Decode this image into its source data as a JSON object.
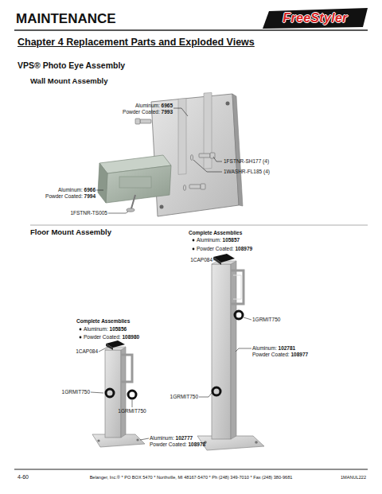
{
  "diagram": {
    "title": "Chapter 4 Replacement Parts and Exploded Views",
    "labels": [
      "MAINTENANCE",
      "FreeStyler",
      "VPS® Photo Eye Assembly",
      "Wall Mount Assembly",
      "Aluminum: 6965",
      "Powder Coated: 7993",
      "1FSTNR-SH177 (4)",
      "1WASHR-FL185 (4)",
      "Aluminum: 6966",
      "Powder Coated: 7994",
      "1FSTNR-TS005",
      "Floor Mount Assembly",
      "Complete Assemblies",
      "Aluminum: 105857",
      "Powder Coated: 108979",
      "1CAP084",
      "Complete Assemblies",
      "Aluminum: 105856",
      "Powder Coated: 108980",
      "1CAP084",
      "1GRMIT750",
      "Aluminum: 102781",
      "Powder Coated: 108977",
      "1GRMIT750",
      "1GRMIT750",
      "1GRMIT750",
      "Aluminum: 102777",
      "Powder Coated: 108978",
      "4-60",
      "Belanger, Inc.® * PO BOX 5470 * Northville, MI 48167-5470 * Ph (248) 349-7010 * Fax (248) 380-9681",
      "1MANUL222"
    ]
  }
}
